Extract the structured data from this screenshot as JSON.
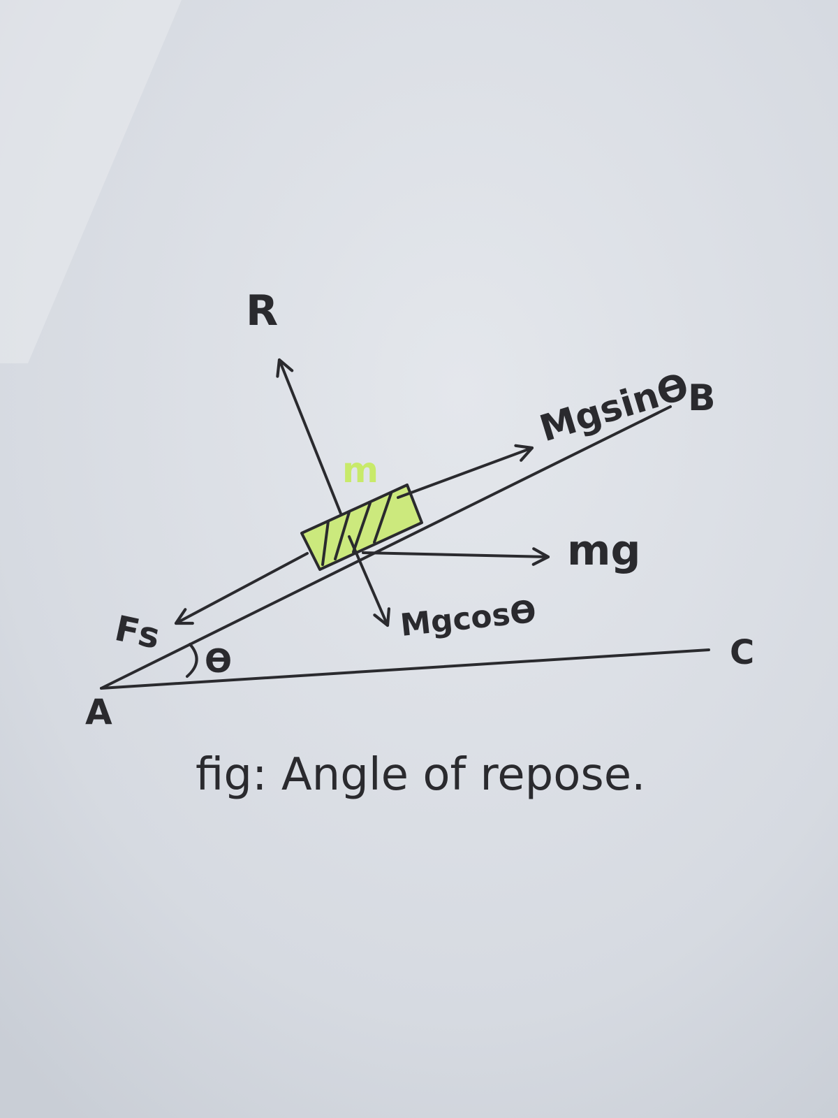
{
  "labels": {
    "R": "R",
    "mg_sin": "Mgsinϴ",
    "B": "B",
    "m": "m",
    "mg": "mg",
    "fs": "Fs",
    "mg_cos": "Mgcosϴ",
    "theta": "ϴ",
    "C": "C",
    "A": "A"
  },
  "caption": "fig: Angle of repose.",
  "colors": {
    "paper": "#d9dde4",
    "ink": "#2a2a2e",
    "highlight": "#c8ea6a"
  }
}
